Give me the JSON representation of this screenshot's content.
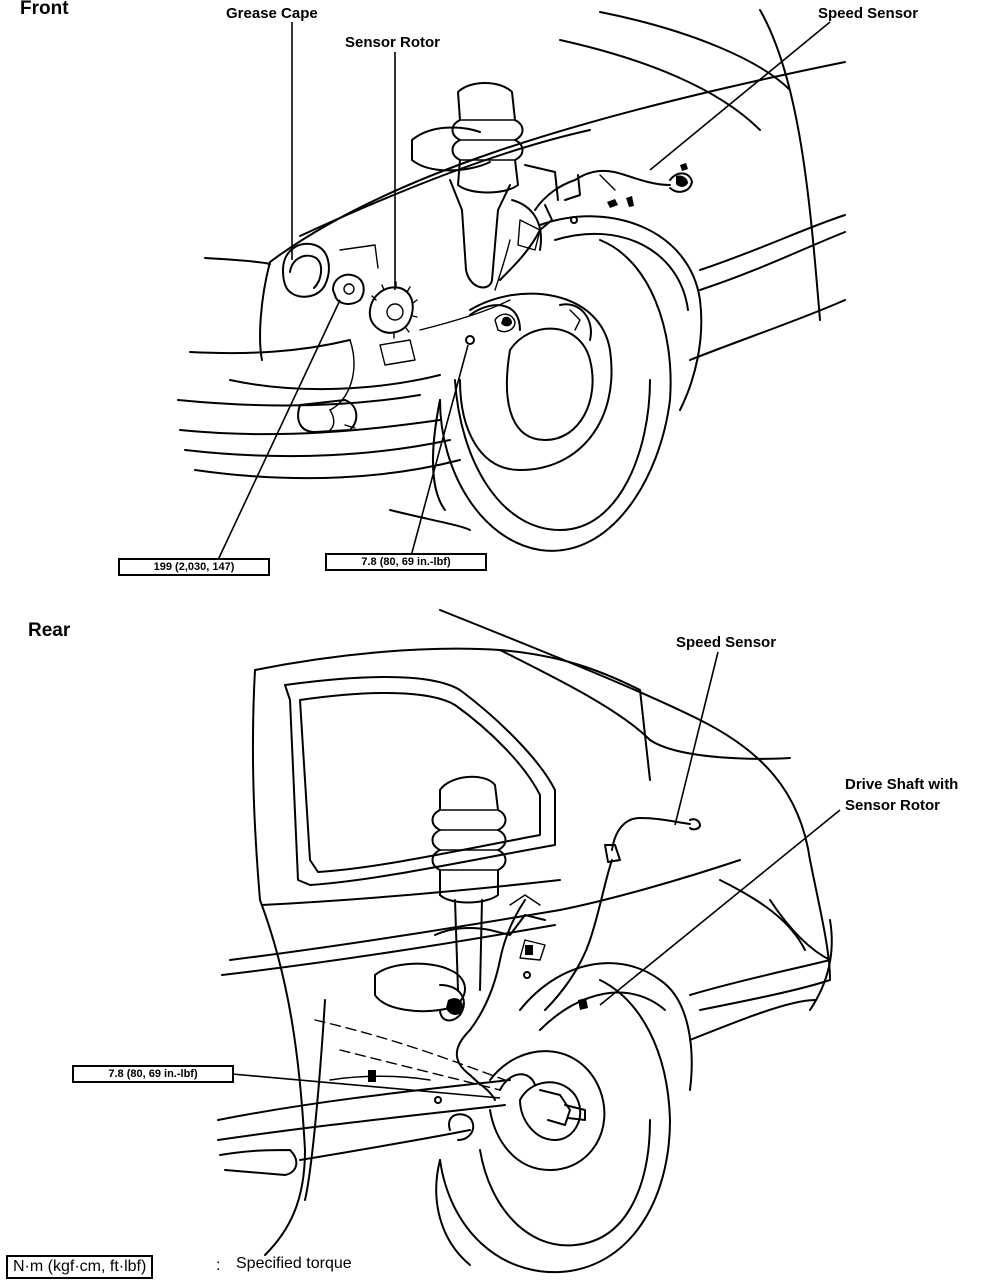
{
  "front": {
    "section_label": "Front",
    "labels": {
      "grease_cape": "Grease Cape",
      "sensor_rotor": "Sensor Rotor",
      "speed_sensor": "Speed Sensor"
    },
    "torque_hub_nut": "199 (2,030, 147)",
    "torque_sensor_bolt": "7.8 (80, 69 in.-lbf)"
  },
  "rear": {
    "section_label": "Rear",
    "labels": {
      "speed_sensor": "Speed Sensor",
      "drive_shaft_line1": "Drive Shaft with",
      "drive_shaft_line2": "Sensor Rotor"
    },
    "torque_sensor_bolt": "7.8 (80, 69 in.-lbf)"
  },
  "legend": {
    "unit_box": "N·m (kgf·cm, ft·lbf)",
    "separator": ":",
    "description": "Specified torque"
  }
}
